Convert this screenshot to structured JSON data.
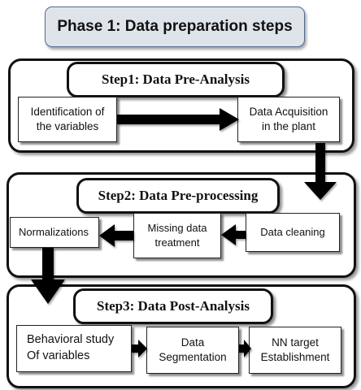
{
  "phase": {
    "title": "Phase 1: Data preparation steps"
  },
  "step1": {
    "title": "Step1: Data Pre-Analysis",
    "nodes": [
      "Identification of\nthe variables",
      "Data Acquisition\nin the plant"
    ]
  },
  "step2": {
    "title": "Step2: Data Pre-processing",
    "nodes": [
      "Data cleaning",
      "Missing data\ntreatment",
      "Normalizations"
    ]
  },
  "step3": {
    "title": "Step3: Data Post-Analysis",
    "nodes": [
      "Behavioral study\nOf variables",
      "Data\nSegmentation",
      "NN target\nEstablishment"
    ]
  }
}
